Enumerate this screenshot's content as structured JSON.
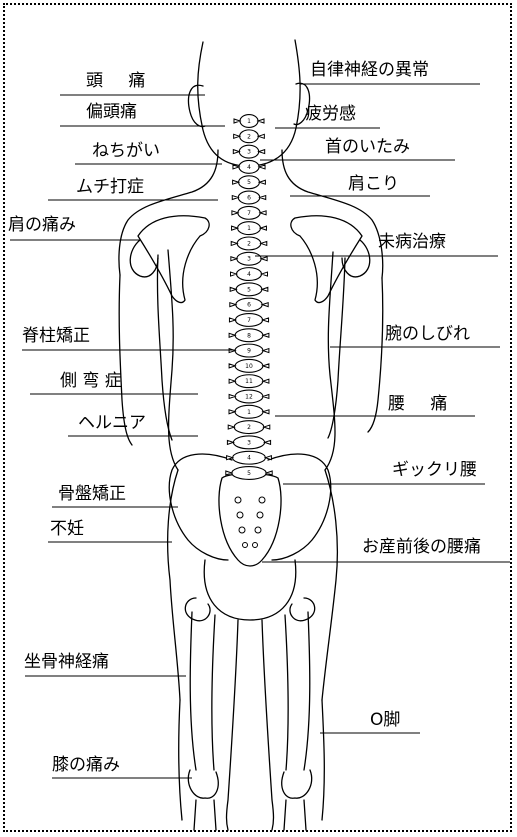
{
  "labels": {
    "headache": "頭 痛",
    "migraine": "偏頭痛",
    "neck_sprain": "ねちがい",
    "whiplash": "ムチ打症",
    "shoulder_pain": "肩の痛み",
    "spine_correction": "脊柱矯正",
    "scoliosis": "側 弯 症",
    "hernia": "ヘルニア",
    "pelvis_correction": "骨盤矯正",
    "infertility": "不妊",
    "sciatica": "坐骨神経痛",
    "knee_pain": "膝の痛み",
    "autonomic_disorder": "自律神経の異常",
    "fatigue": "疲労感",
    "neck_pain": "首のいたみ",
    "stiff_shoulders": "肩こり",
    "pre_disease_care": "未病治療",
    "arm_numbness": "腕のしびれ",
    "back_pain": "腰 痛",
    "strained_back": "ギックリ腰",
    "postpartum_back_pain": "お産前後の腰痛",
    "bow_legs": "O脚"
  },
  "vertebra_numbers": [
    "1",
    "2",
    "3",
    "4",
    "5",
    "6",
    "7",
    "1",
    "2",
    "3",
    "4",
    "5",
    "6",
    "7",
    "8",
    "9",
    "10",
    "11",
    "12",
    "1",
    "2",
    "3",
    "4",
    "5"
  ]
}
